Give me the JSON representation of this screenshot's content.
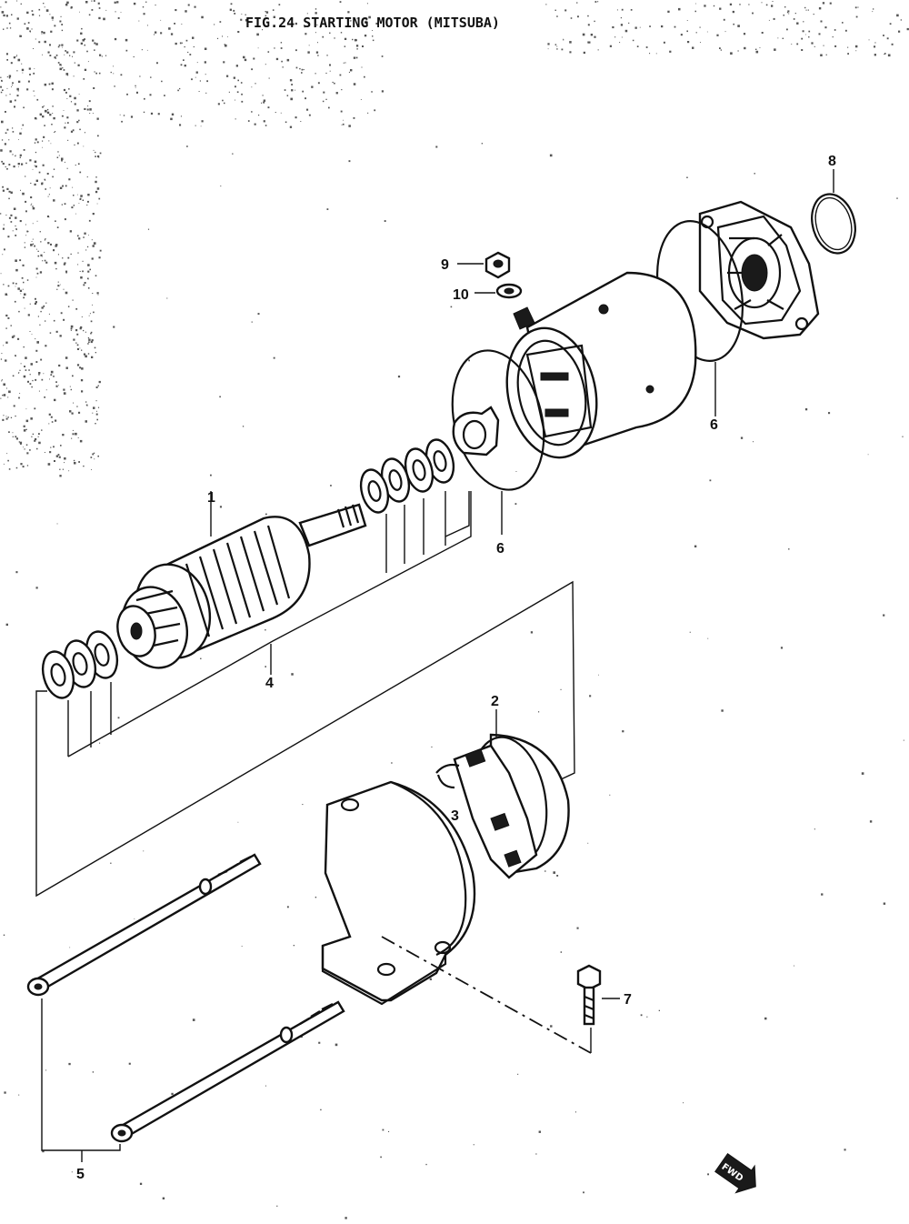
{
  "figure": {
    "title": "FIG.24  STARTING MOTOR (MITSUBA)"
  },
  "callouts": [
    {
      "id": "1",
      "label": "1"
    },
    {
      "id": "2",
      "label": "2"
    },
    {
      "id": "3",
      "label": "3"
    },
    {
      "id": "4",
      "label": "4"
    },
    {
      "id": "5",
      "label": "5"
    },
    {
      "id": "6a",
      "label": "6"
    },
    {
      "id": "6b",
      "label": "6"
    },
    {
      "id": "7",
      "label": "7"
    },
    {
      "id": "8",
      "label": "8"
    },
    {
      "id": "9",
      "label": "9"
    },
    {
      "id": "10",
      "label": "10"
    }
  ],
  "orientation_mark": {
    "label": "FWD"
  }
}
